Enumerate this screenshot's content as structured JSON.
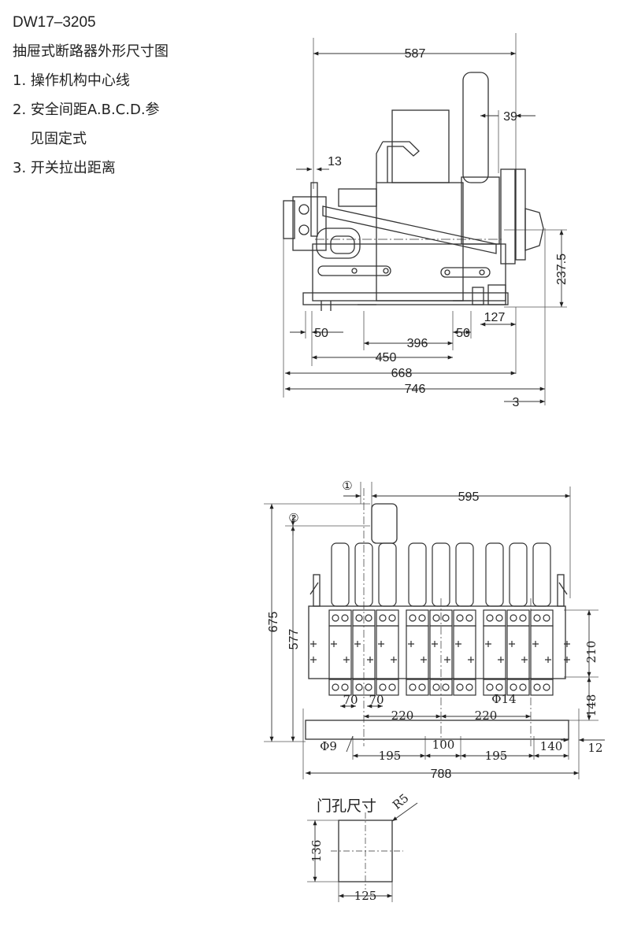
{
  "header": {
    "model": "DW17–3205",
    "title": "抽屉式断路器外形尺寸图",
    "notes": [
      "1. 操作机构中心线",
      "2. 安全间距A.B.C.D.参",
      "见固定式",
      "3. 开关拉出距离"
    ]
  },
  "side_view": {
    "dims": {
      "w587": "587",
      "w39": "39",
      "w13": "13",
      "h237_5": "237.5",
      "w127": "127",
      "w50a": "50",
      "w396": "396",
      "w50b": "50",
      "w450": "450",
      "w668": "668",
      "w746": "746",
      "w3": "3"
    }
  },
  "front_view": {
    "markers": {
      "m1": "①",
      "m2": "②"
    },
    "dims": {
      "w595": "595",
      "h675": "675",
      "h577": "577",
      "h210": "210",
      "h148": "148",
      "w70a": "70",
      "w70b": "70",
      "phi14": "Φ14",
      "w220a": "220",
      "w220b": "220",
      "phi9": "Φ9",
      "w195a": "195",
      "w100": "100",
      "w195b": "195",
      "w140": "140",
      "w12": "12",
      "w788": "788"
    }
  },
  "door_hole": {
    "title": "门孔尺寸",
    "radius": "R5",
    "h136": "136",
    "w125": "125"
  }
}
